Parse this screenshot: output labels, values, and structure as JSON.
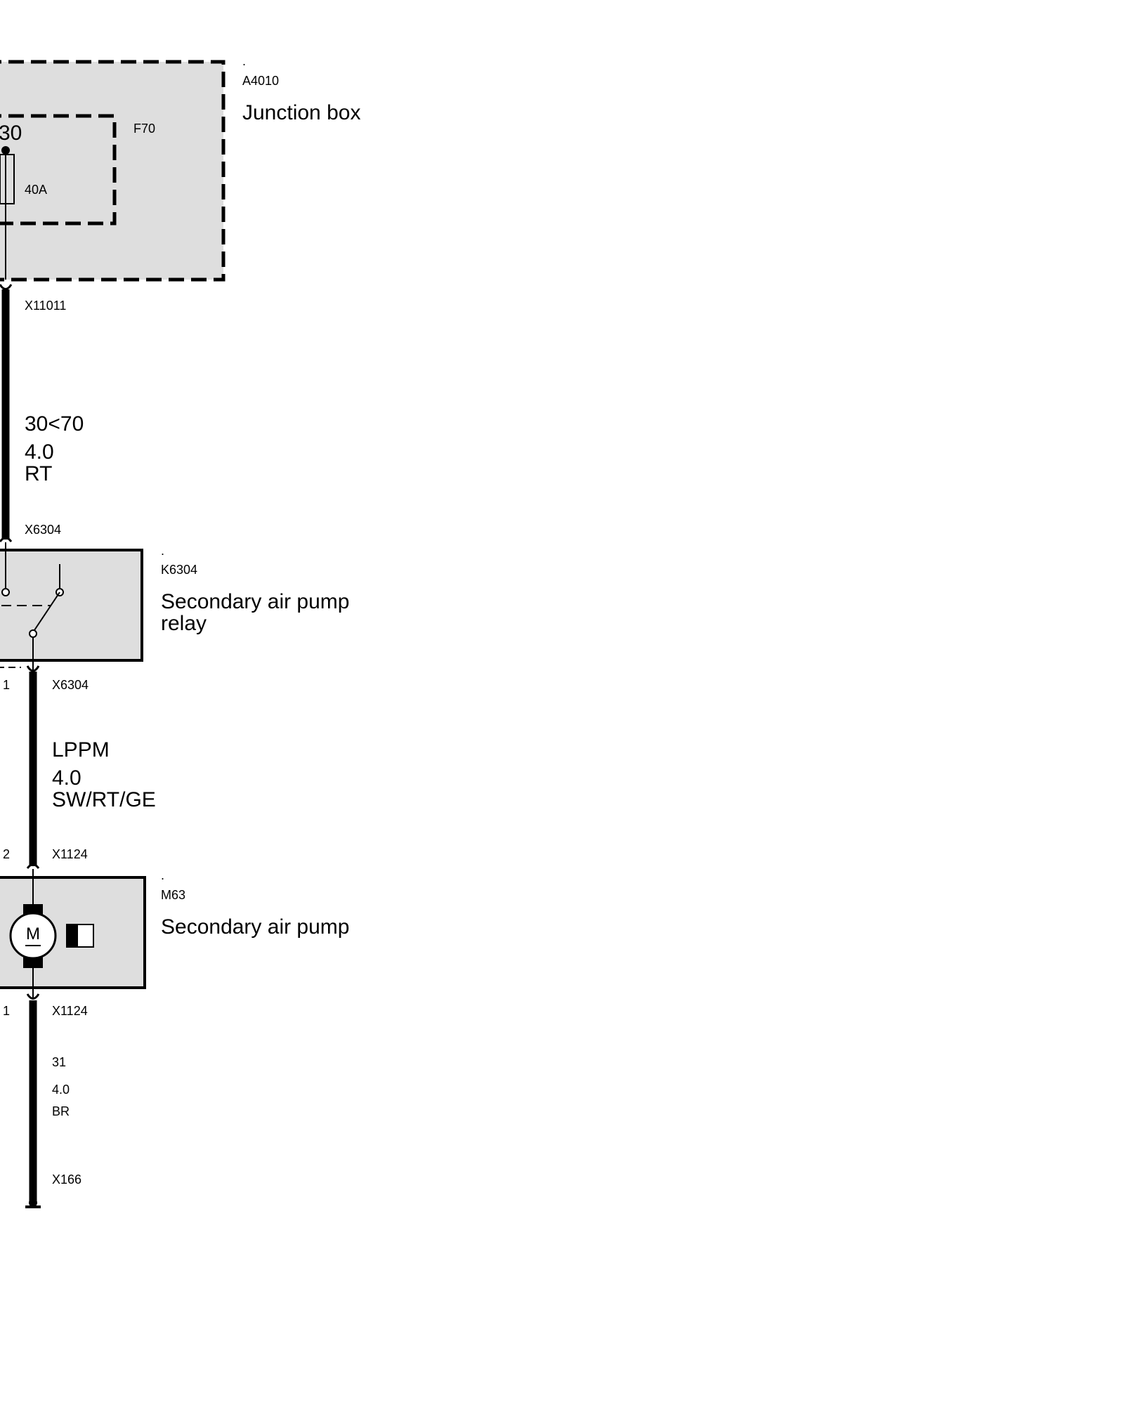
{
  "components": {
    "junction_box": {
      "dot": ".",
      "code": "A4010",
      "name": "Junction box",
      "fuse": {
        "code": "F70",
        "terminal": "30",
        "rating": "40A"
      },
      "connector": "X11011"
    },
    "relay": {
      "dot": ".",
      "code": "K6304",
      "name_line1": "Secondary air pump",
      "name_line2": "relay",
      "connector_top": "X6304",
      "connector_bottom": "X6304",
      "pin_left_bottom": "1"
    },
    "pump": {
      "dot": ".",
      "code": "M63",
      "name": "Secondary air pump",
      "motor_symbol": "M",
      "connector_top": "X1124",
      "connector_bottom": "X1124",
      "pin_top": "2",
      "pin_bottom": "1"
    }
  },
  "wires": {
    "w1": {
      "signal": "30<70",
      "size": "4.0",
      "color": "RT"
    },
    "w2": {
      "signal": "LPPM",
      "size": "4.0",
      "color": "SW/RT/GE"
    },
    "w3": {
      "signal": "31",
      "size": "4.0",
      "color": "BR"
    }
  },
  "ground": {
    "code": "X166"
  },
  "colors": {
    "box_fill": "#dedede",
    "line": "#000000"
  }
}
